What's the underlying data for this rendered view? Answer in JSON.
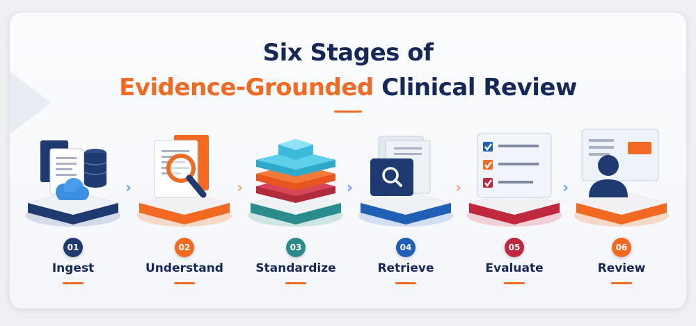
{
  "title": {
    "line1": "Six Stages of",
    "highlight": "Evidence-Grounded",
    "rest": "Clinical Review"
  },
  "colors": {
    "navy": "#1e3a70",
    "orange": "#f26a21",
    "teal": "#2a8c8c",
    "blue": "#1f5fb5",
    "crimson": "#c0283e"
  },
  "stages": [
    {
      "number": "01",
      "label": "Ingest",
      "icon": "documents-database-cloud-icon",
      "color": "#1e3a70"
    },
    {
      "number": "02",
      "label": "Understand",
      "icon": "document-magnifier-icon",
      "color": "#f26a21"
    },
    {
      "number": "03",
      "label": "Standardize",
      "icon": "stacked-layers-icon",
      "color": "#2a8c8c"
    },
    {
      "number": "04",
      "label": "Retrieve",
      "icon": "search-documents-icon",
      "color": "#1f5fb5"
    },
    {
      "number": "05",
      "label": "Evaluate",
      "icon": "checklist-icon",
      "color": "#c0283e"
    },
    {
      "number": "06",
      "label": "Review",
      "icon": "reviewer-screen-icon",
      "color": "#f26a21"
    }
  ]
}
